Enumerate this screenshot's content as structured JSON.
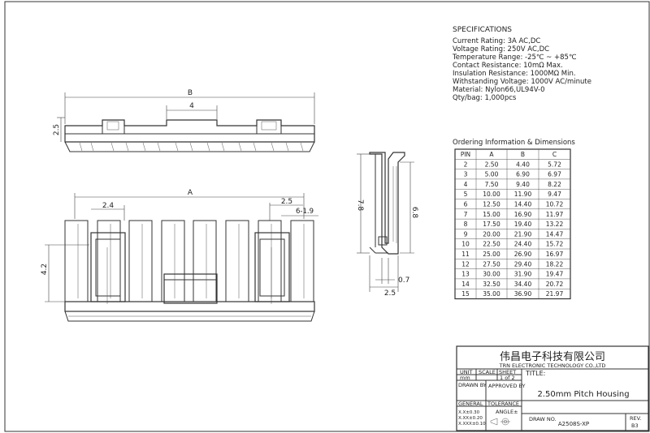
{
  "specifications": {
    "heading": "SPECIFICATIONS",
    "lines": [
      "Current Rating: 3A AC,DC",
      "Voltage Rating: 250V AC,DC",
      "Temperature Range: -25℃ ~ +85℃",
      "Contact Resistance: 10mΩ Max.",
      "Insulation Resistance: 1000MΩ Min.",
      "Withstanding Voltage: 1000V AC/minute",
      "Material: Nylon66,UL94V-0",
      "Qty/bag: 1,000pcs"
    ]
  },
  "ordering": {
    "heading": "Ordering Information & Dimensions",
    "columns": [
      "PIN",
      "A",
      "B",
      "C"
    ],
    "rows": [
      [
        "2",
        "2.50",
        "4.40",
        "5.72"
      ],
      [
        "3",
        "5.00",
        "6.90",
        "6.97"
      ],
      [
        "4",
        "7.50",
        "9.40",
        "8.22"
      ],
      [
        "5",
        "10.00",
        "11.90",
        "9.47"
      ],
      [
        "6",
        "12.50",
        "14.40",
        "10.72"
      ],
      [
        "7",
        "15.00",
        "16.90",
        "11.97"
      ],
      [
        "8",
        "17.50",
        "19.40",
        "13.22"
      ],
      [
        "9",
        "20.00",
        "21.90",
        "14.47"
      ],
      [
        "10",
        "22.50",
        "24.40",
        "15.72"
      ],
      [
        "11",
        "25.00",
        "26.90",
        "16.97"
      ],
      [
        "12",
        "27.50",
        "29.40",
        "18.22"
      ],
      [
        "13",
        "30.00",
        "31.90",
        "19.47"
      ],
      [
        "14",
        "32.50",
        "34.40",
        "20.72"
      ],
      [
        "15",
        "35.00",
        "36.90",
        "21.97"
      ]
    ]
  },
  "dimensions": {
    "b": "B",
    "four": "4",
    "two_five_top": "2.5",
    "a": "A",
    "two_four": "2.4",
    "two_five_right": "2.5",
    "pin_pitch": "6-1.9",
    "four_two": "4.2",
    "seven_eight": "7.8",
    "six_eight": "6.8",
    "zero_seven": "0.7",
    "two_five_side": "2.5"
  },
  "title_block": {
    "company_cn": "伟昌电子科技有限公司",
    "company_en": "TRN ELECTRONIC TECHNOLOGY CO.,LTD",
    "unit_label": "UNIT",
    "unit_value": "mm",
    "scale_label": "SCALE",
    "sheet_label": "SHEET",
    "sheet_value": "1 of 2",
    "title_label": "TITLE:",
    "title_value": "2.50mm Pitch Housing",
    "drawn_by": "DRAWN BY",
    "approved_by": "APPROVED BY",
    "general": "GENERAL",
    "tolerance": "TOLERANCE",
    "tol_lines": [
      "X.X±0.30",
      "X.XX±0.20",
      "X.XXX±0.10"
    ],
    "angle": "ANGLE±",
    "draw_no_label": "DRAW NO.",
    "draw_no_value": "A2508S-XP",
    "rev_label": "REV.",
    "rev_value": "B3"
  }
}
